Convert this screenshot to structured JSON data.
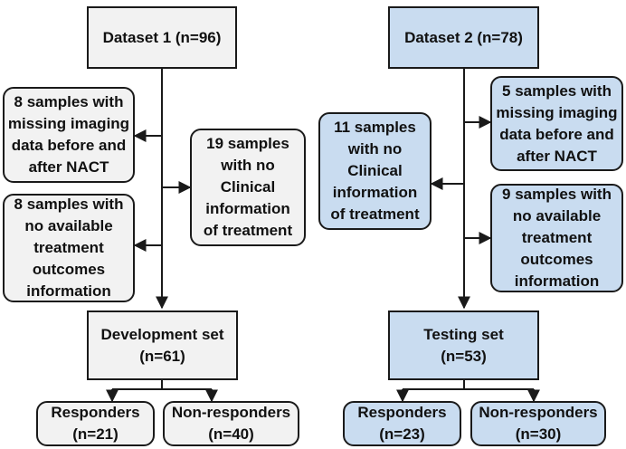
{
  "left": {
    "top": "Dataset 1 (n=96)",
    "excl_a": "8 samples with\nmissing imaging\ndata before and\nafter NACT",
    "excl_b": "8 samples with\nno available\ntreatment\noutcomes\ninformation",
    "excl_c": "19 samples\nwith no\nClinical\ninformation\nof treatment",
    "set": "Development set\n(n=61)",
    "resp": "Responders\n(n=21)",
    "nonresp": "Non-responders\n(n=40)"
  },
  "right": {
    "top": "Dataset 2 (n=78)",
    "excl_a": "11 samples\nwith no\nClinical\ninformation\nof treatment",
    "excl_b": "5 samples with\nmissing imaging\ndata before and\nafter NACT",
    "excl_c": "9 samples with\nno available\ntreatment\noutcomes\ninformation",
    "set": "Testing set\n(n=53)",
    "resp": "Responders\n(n=23)",
    "nonresp": "Non-responders\n(n=30)"
  },
  "colors": {
    "grey_fill": "#f2f2f2",
    "blue_fill": "#c9dcf0",
    "stroke": "#1a1a1a"
  }
}
